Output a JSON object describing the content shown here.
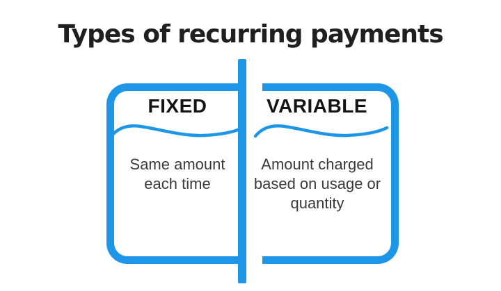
{
  "title": "Types of recurring payments",
  "colors": {
    "accent_blue": "#1e96e8",
    "title_text": "#1f1f1f",
    "heading_text": "#141414",
    "body_text": "#3a3a3a",
    "background": "#ffffff"
  },
  "columns": [
    {
      "heading": "FIXED",
      "lines": [
        "Same amount",
        "each time"
      ]
    },
    {
      "heading": "VARIABLE",
      "lines": [
        "Amount charged",
        "based on usage or",
        "quantity"
      ]
    }
  ]
}
